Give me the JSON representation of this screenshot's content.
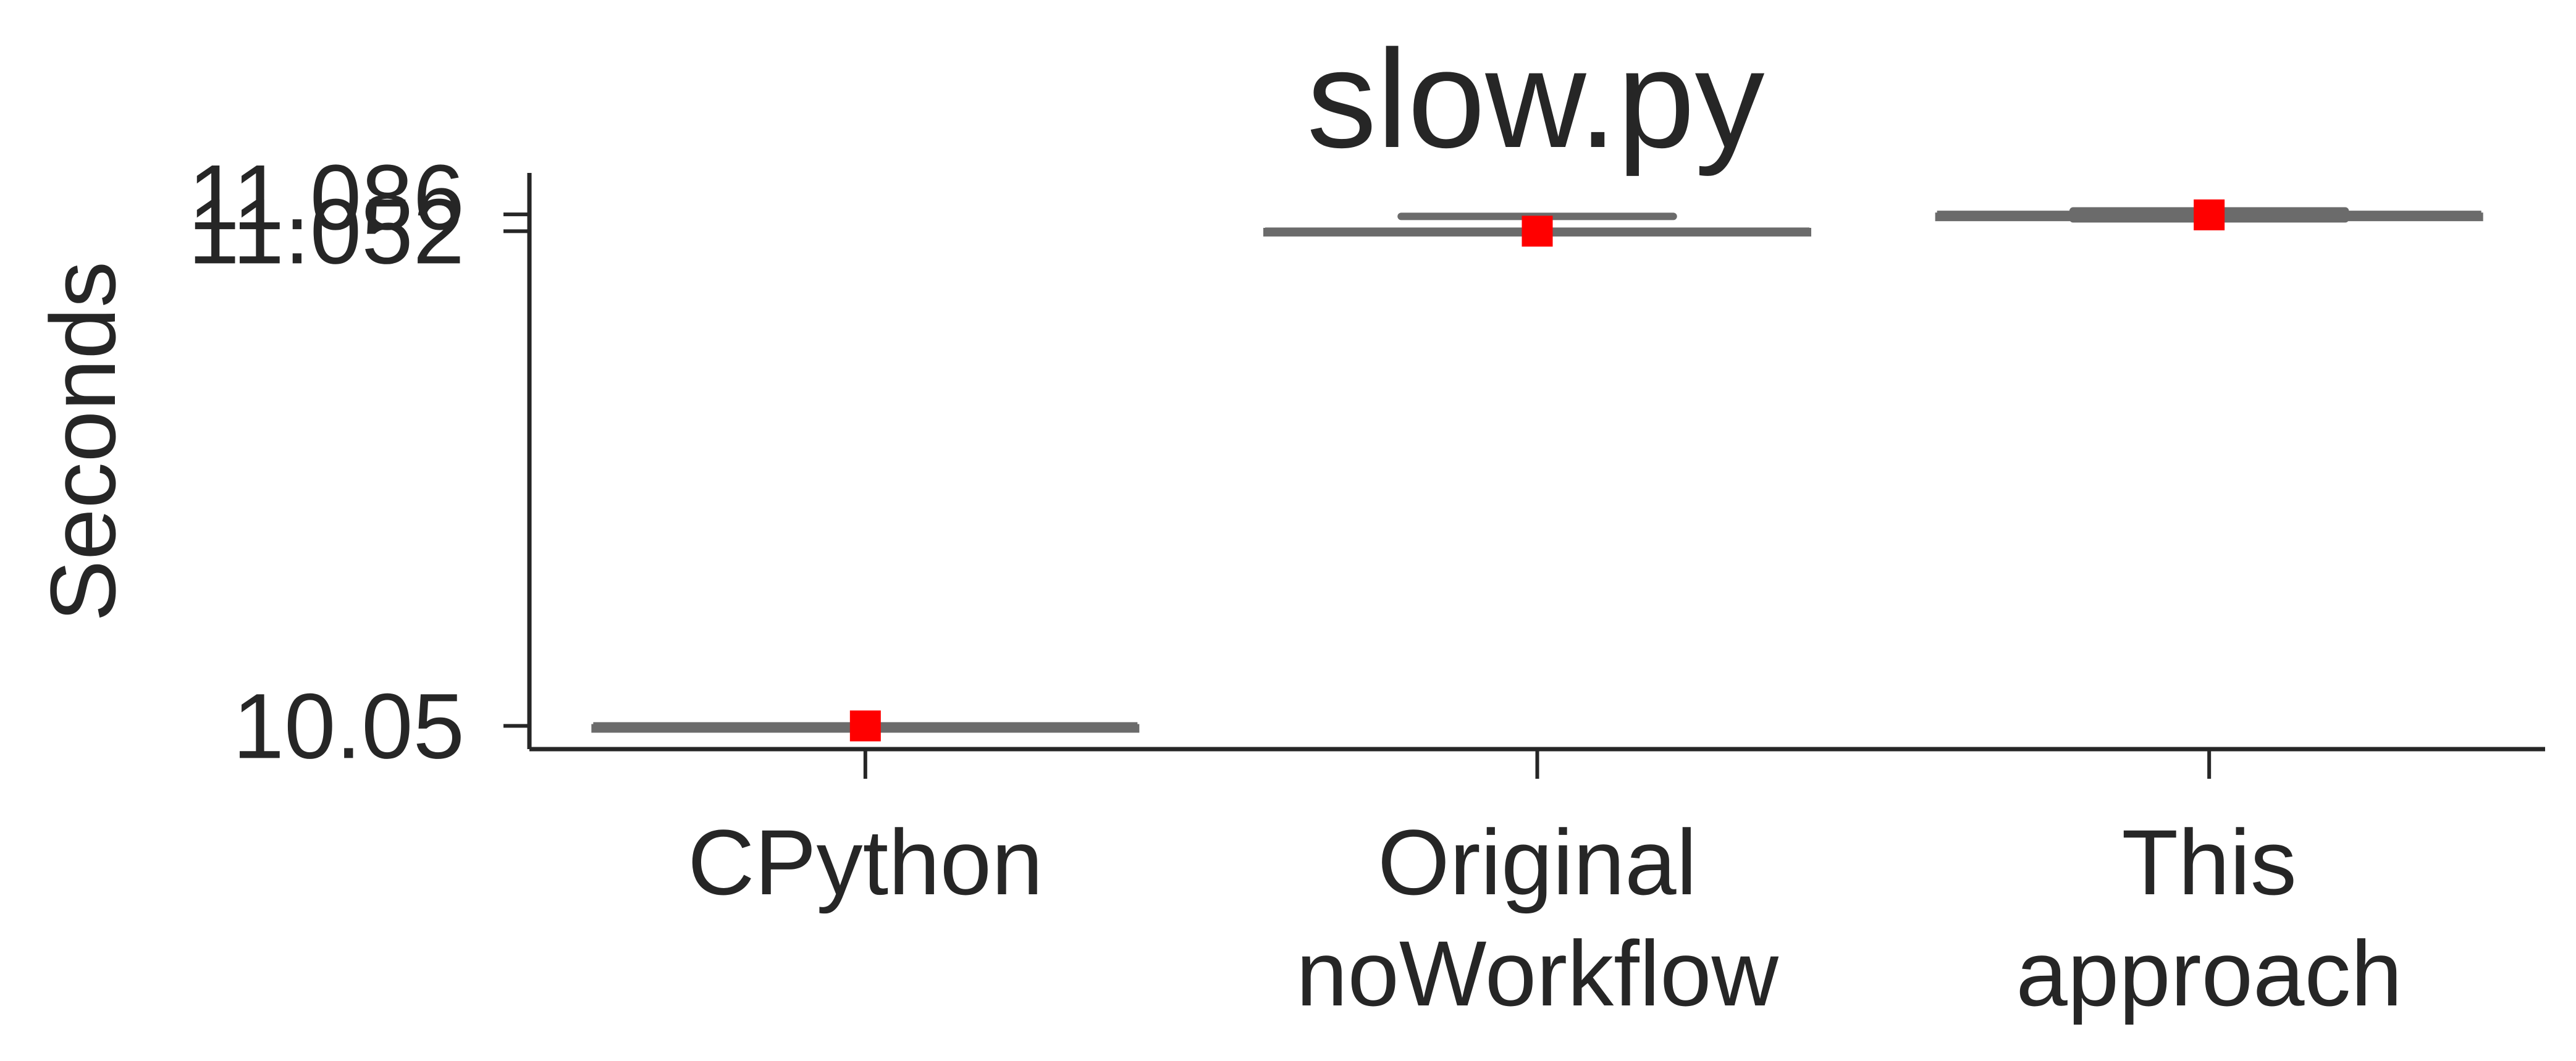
{
  "chart_data": {
    "type": "box",
    "title": "slow.py",
    "xlabel": "",
    "ylabel": "Seconds",
    "categories": [
      "CPython",
      "Original\nnoWorkflow",
      "This\napproach"
    ],
    "yticks": [
      10.05,
      11.052,
      11.086
    ],
    "ytick_labels": [
      "10.05",
      "11.052",
      "11.086"
    ],
    "ylim": [
      10.003,
      11.17
    ],
    "grid": false,
    "legend": "none",
    "boxes": [
      {
        "name": "CPython",
        "q1": 10.05,
        "median": 10.05,
        "q3": 10.05,
        "whisker_low": 10.05,
        "whisker_high": 10.05,
        "mean": 10.05
      },
      {
        "name": "Original noWorkflow",
        "q1": 11.049,
        "median": 11.052,
        "q3": 11.055,
        "whisker_low": 11.049,
        "whisker_high": 11.082,
        "mean": 11.052
      },
      {
        "name": "This approach",
        "q1": 11.081,
        "median": 11.086,
        "q3": 11.086,
        "whisker_low": 11.077,
        "whisker_high": 11.093,
        "mean": 11.085
      }
    ],
    "colors": {
      "box": "#6b6b6b",
      "mean": "#ff0000",
      "text": "#262626",
      "axis": "#262626"
    }
  }
}
